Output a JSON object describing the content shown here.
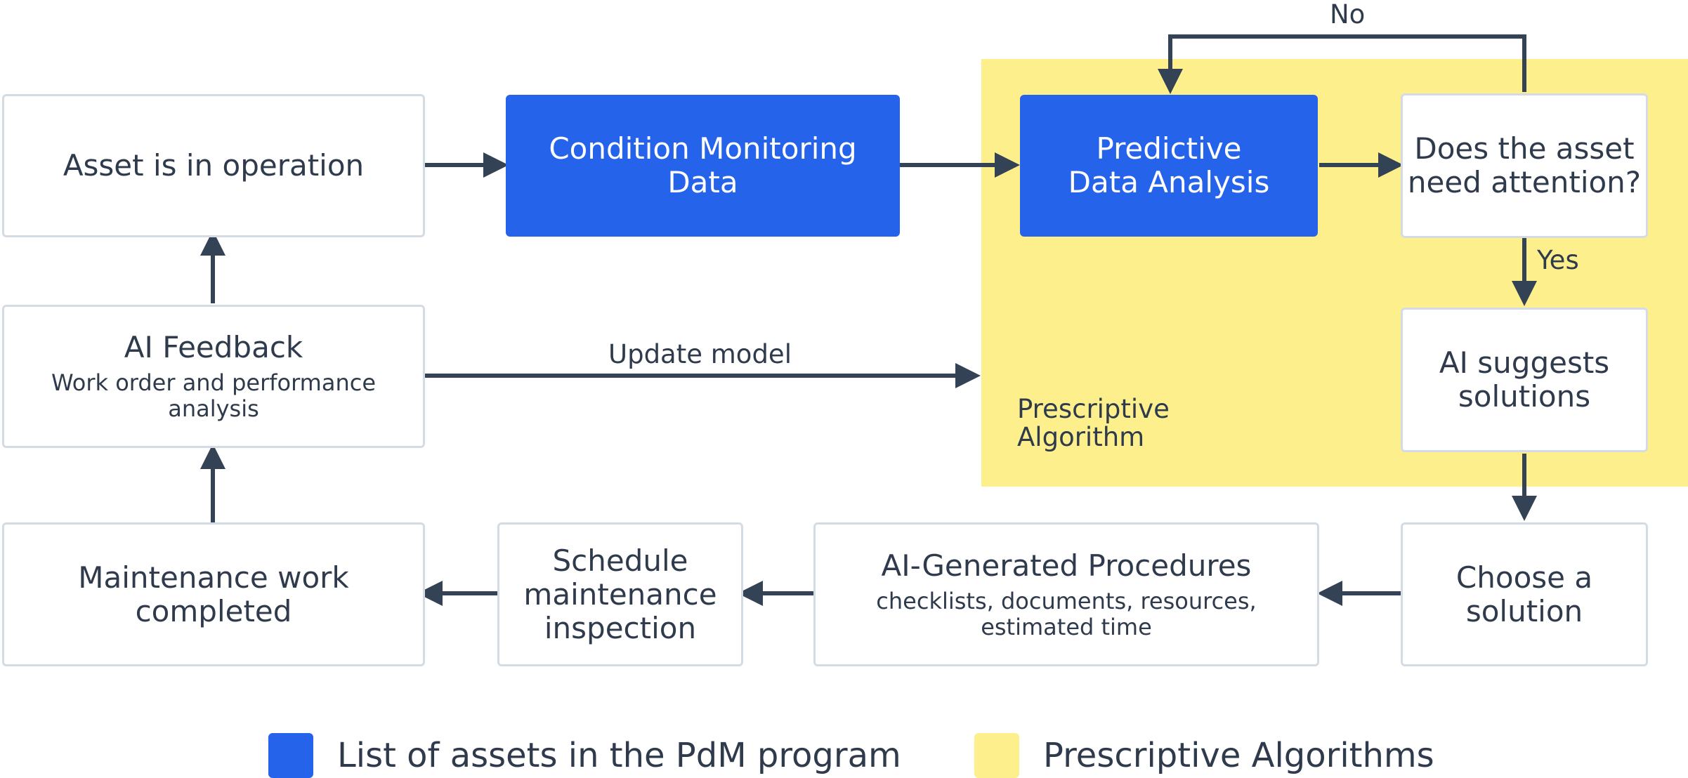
{
  "colors": {
    "primary_blue": "#2563eb",
    "prescriptive_yellow": "#fdf08c",
    "arrow": "#344255",
    "text": "#2f3b4c",
    "border": "#d3dbe4"
  },
  "nodes": {
    "asset_operation": {
      "title": "Asset is in operation"
    },
    "condition_monitoring": {
      "title": "Condition Monitoring\nData"
    },
    "predictive_analysis": {
      "title": "Predictive\nData Analysis"
    },
    "asset_attention": {
      "title": "Does the asset\nneed attention?"
    },
    "ai_suggests": {
      "title": "AI suggests\nsolutions"
    },
    "choose_solution": {
      "title": "Choose a\nsolution"
    },
    "ai_procedures": {
      "title": "AI-Generated Procedures",
      "subtitle": "checklists, documents, resources,\nestimated time"
    },
    "schedule_inspection": {
      "title": "Schedule\nmaintenance\ninspection"
    },
    "maintenance_completed": {
      "title": "Maintenance work\ncompleted"
    },
    "ai_feedback": {
      "title": "AI Feedback",
      "subtitle": "Work order and performance\nanalysis"
    }
  },
  "zone": {
    "label": "Prescriptive\nAlgorithm"
  },
  "edge_labels": {
    "no": "No",
    "yes": "Yes",
    "update_model": "Update model"
  },
  "legend": [
    {
      "label": "List of assets in the PdM program",
      "color": "#2563eb"
    },
    {
      "label": "Prescriptive Algorithms",
      "color": "#fdf08c"
    }
  ]
}
